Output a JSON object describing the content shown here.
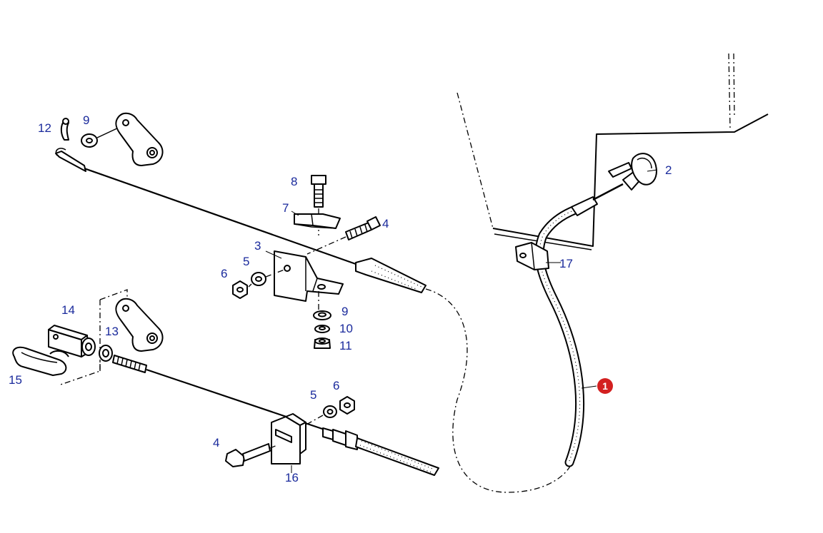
{
  "colors": {
    "line": "#000000",
    "callout_text": "#1a2a9c",
    "highlight_marker": "#d32020",
    "background": "#ffffff"
  },
  "callouts": {
    "c1": "1",
    "c2": "2",
    "c3": "3",
    "c4_top": "4",
    "c4_bottom": "4",
    "c5_top": "5",
    "c5_bottom": "5",
    "c6_top": "6",
    "c6_bottom": "6",
    "c7": "7",
    "c8": "8",
    "c9_top": "9",
    "c9_mid": "9",
    "c10": "10",
    "c11": "11",
    "c12": "12",
    "c13": "13",
    "c14": "14",
    "c15": "15",
    "c16": "16",
    "c17": "17"
  }
}
